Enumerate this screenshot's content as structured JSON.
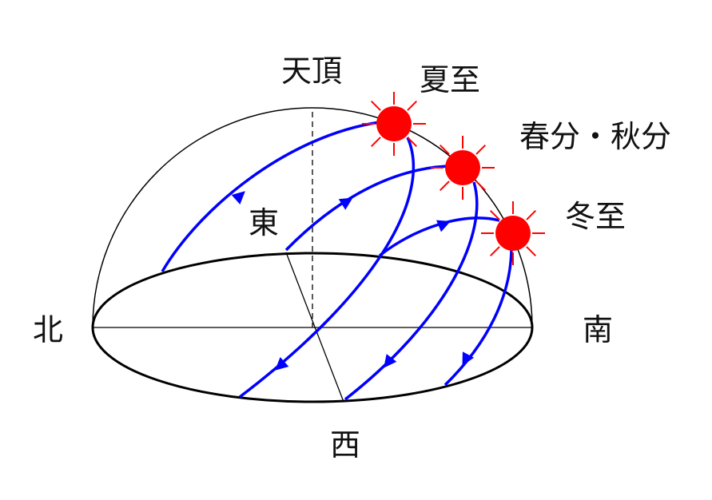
{
  "labels": {
    "zenith": "天頂",
    "summer_solstice": "夏至",
    "equinox": "春分・秋分",
    "winter_solstice": "冬至",
    "east": "東",
    "west": "西",
    "north": "北",
    "south": "南"
  },
  "colors": {
    "sun": "#ff0000",
    "path": "#0000ff",
    "outline": "#000000"
  }
}
